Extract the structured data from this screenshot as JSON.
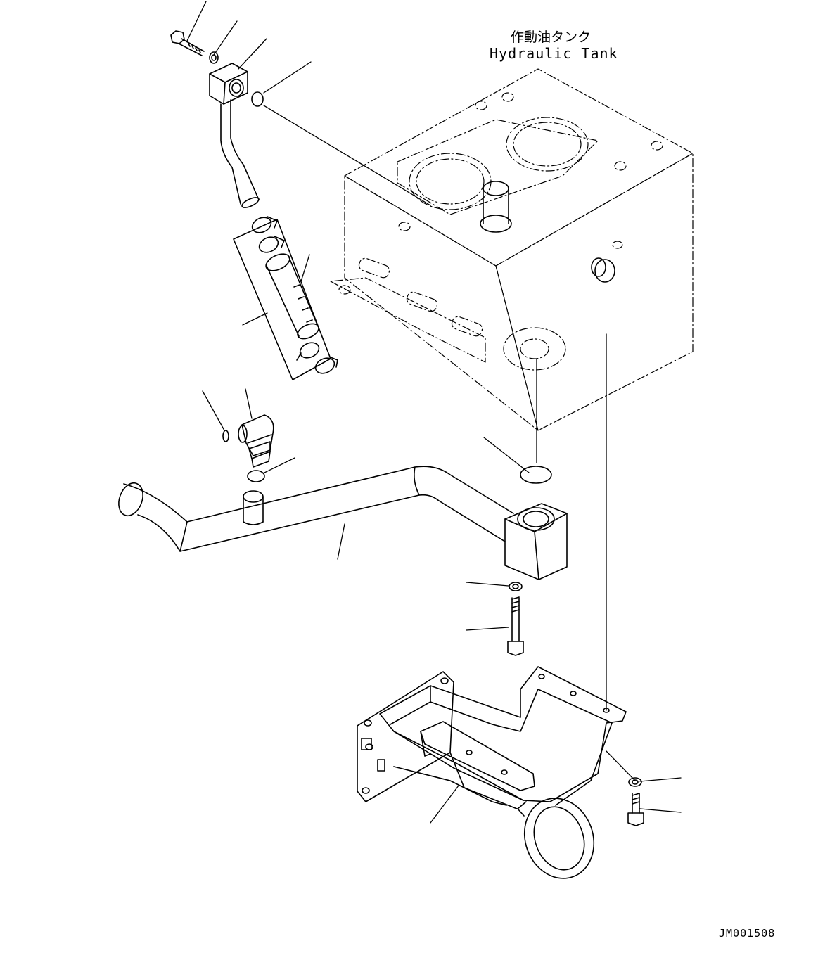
{
  "diagram": {
    "tank_label_jp": "作動油タンク",
    "tank_label_en": "Hydraulic Tank",
    "drawing_code": "JM001508"
  },
  "icons": {
    "tank": "hydraulic-tank-drawing",
    "pipe": "suction-pipe-drawing",
    "bracket": "mounting-bracket-drawing"
  }
}
